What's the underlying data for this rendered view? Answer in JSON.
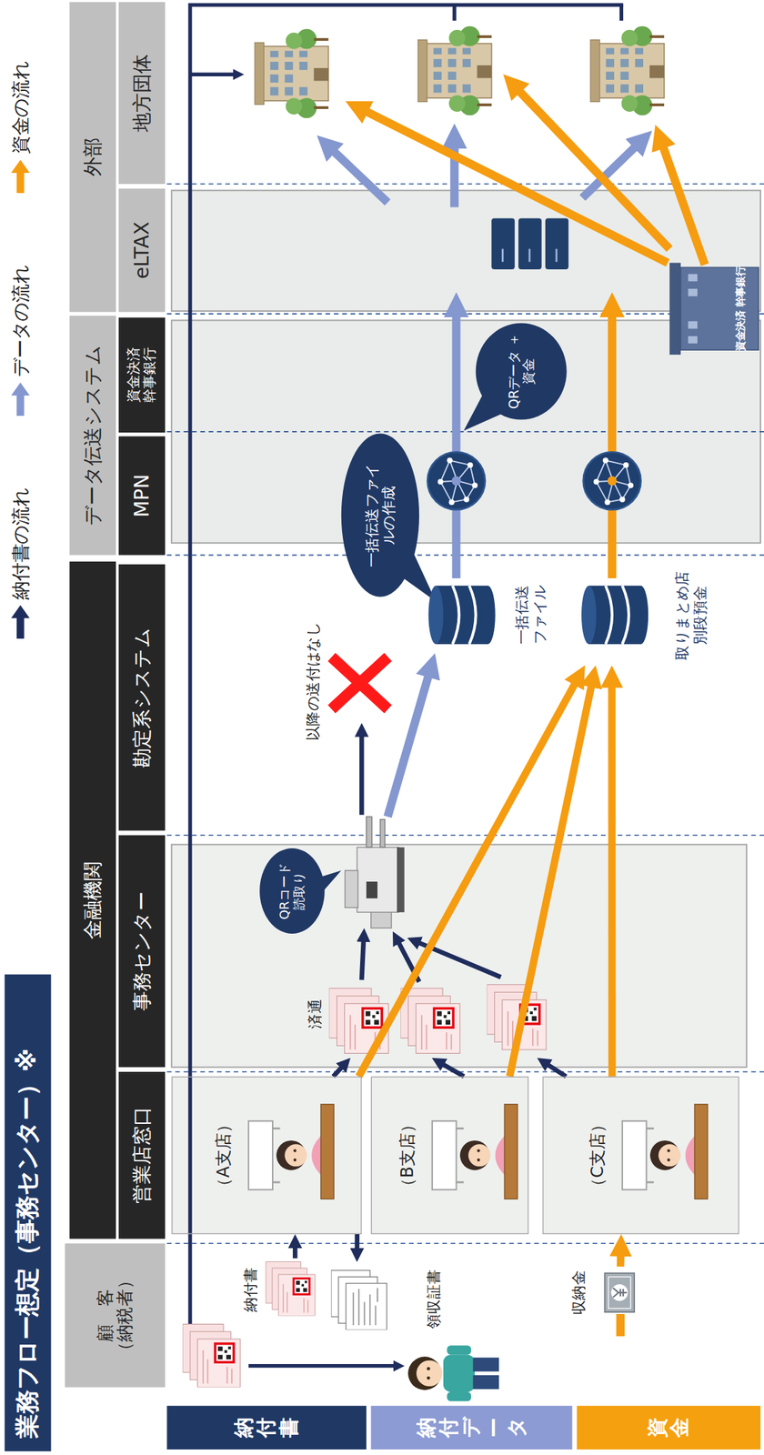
{
  "diagram": {
    "title": "業務フロー想定（事務センター）※",
    "nodes": [
      {
        "text": [
          "顧　客 （納税者）"
        ]
      },
      {
        "text": [
          "金融機関"
        ]
      },
      {
        "text": [
          "営業店窓口"
        ]
      },
      {
        "text": [
          "事務センター"
        ]
      },
      {
        "text": [
          "勘定系システム"
        ]
      },
      {
        "text": [
          "データ伝送システム"
        ]
      },
      {
        "text": [
          "MPN"
        ]
      },
      {
        "text": [
          "資金決済 幹事銀行"
        ]
      },
      {
        "text": [
          "外部"
        ]
      },
      {
        "text": [
          "eLTAX"
        ]
      },
      {
        "text": [
          "地方団体"
        ]
      },
      {
        "text": [
          "納付書"
        ]
      },
      {
        "text": [
          "納付データ"
        ]
      },
      {
        "text": [
          "資金"
        ]
      },
      {
        "text": [
          "（A支店）"
        ]
      },
      {
        "text": [
          "（B支店）"
        ]
      },
      {
        "text": [
          "（C支店）"
        ]
      },
      {
        "text": [
          "納付書"
        ]
      },
      {
        "text": [
          "領収証書"
        ]
      },
      {
        "text": [
          "収納金"
        ]
      },
      {
        "text": [
          "済通"
        ]
      },
      {
        "text": [
          "QRコード 読取り"
        ]
      },
      {
        "text": [
          "以降の送付はなし"
        ]
      },
      {
        "text": [
          "一括伝送ファイルの作成"
        ]
      },
      {
        "text": [
          "一括伝送 ファイル"
        ]
      },
      {
        "text": [
          "取りまとめ店 別段預金"
        ]
      },
      {
        "text": [
          "QRデータ ＋資金"
        ]
      },
      {
        "text": [
          "資金決済 幹事銀行"
        ]
      }
    ],
    "edges": [
      {
        "from": 17,
        "to": 14,
        "arrow": "to"
      },
      {
        "from": 14,
        "to": 18,
        "arrow": "to"
      },
      {
        "from": 19,
        "to": 16,
        "arrow": "to"
      },
      {
        "from": 14,
        "to": 20,
        "arrow": "to"
      },
      {
        "from": 15,
        "to": 20,
        "arrow": "to"
      },
      {
        "from": 16,
        "to": 20,
        "arrow": "to"
      },
      {
        "from": 14,
        "to": 25,
        "arrow": "to"
      },
      {
        "from": 15,
        "to": 25,
        "arrow": "to"
      },
      {
        "from": 16,
        "to": 25,
        "arrow": "to"
      }
    ],
    "legend": [
      {
        "text": "納付書の流れ",
        "color": "#1f2d5c"
      },
      {
        "text": "データの流れ",
        "color": "#8497cf"
      },
      {
        "text": "資金の流れ",
        "color": "#f59c10"
      }
    ]
  }
}
